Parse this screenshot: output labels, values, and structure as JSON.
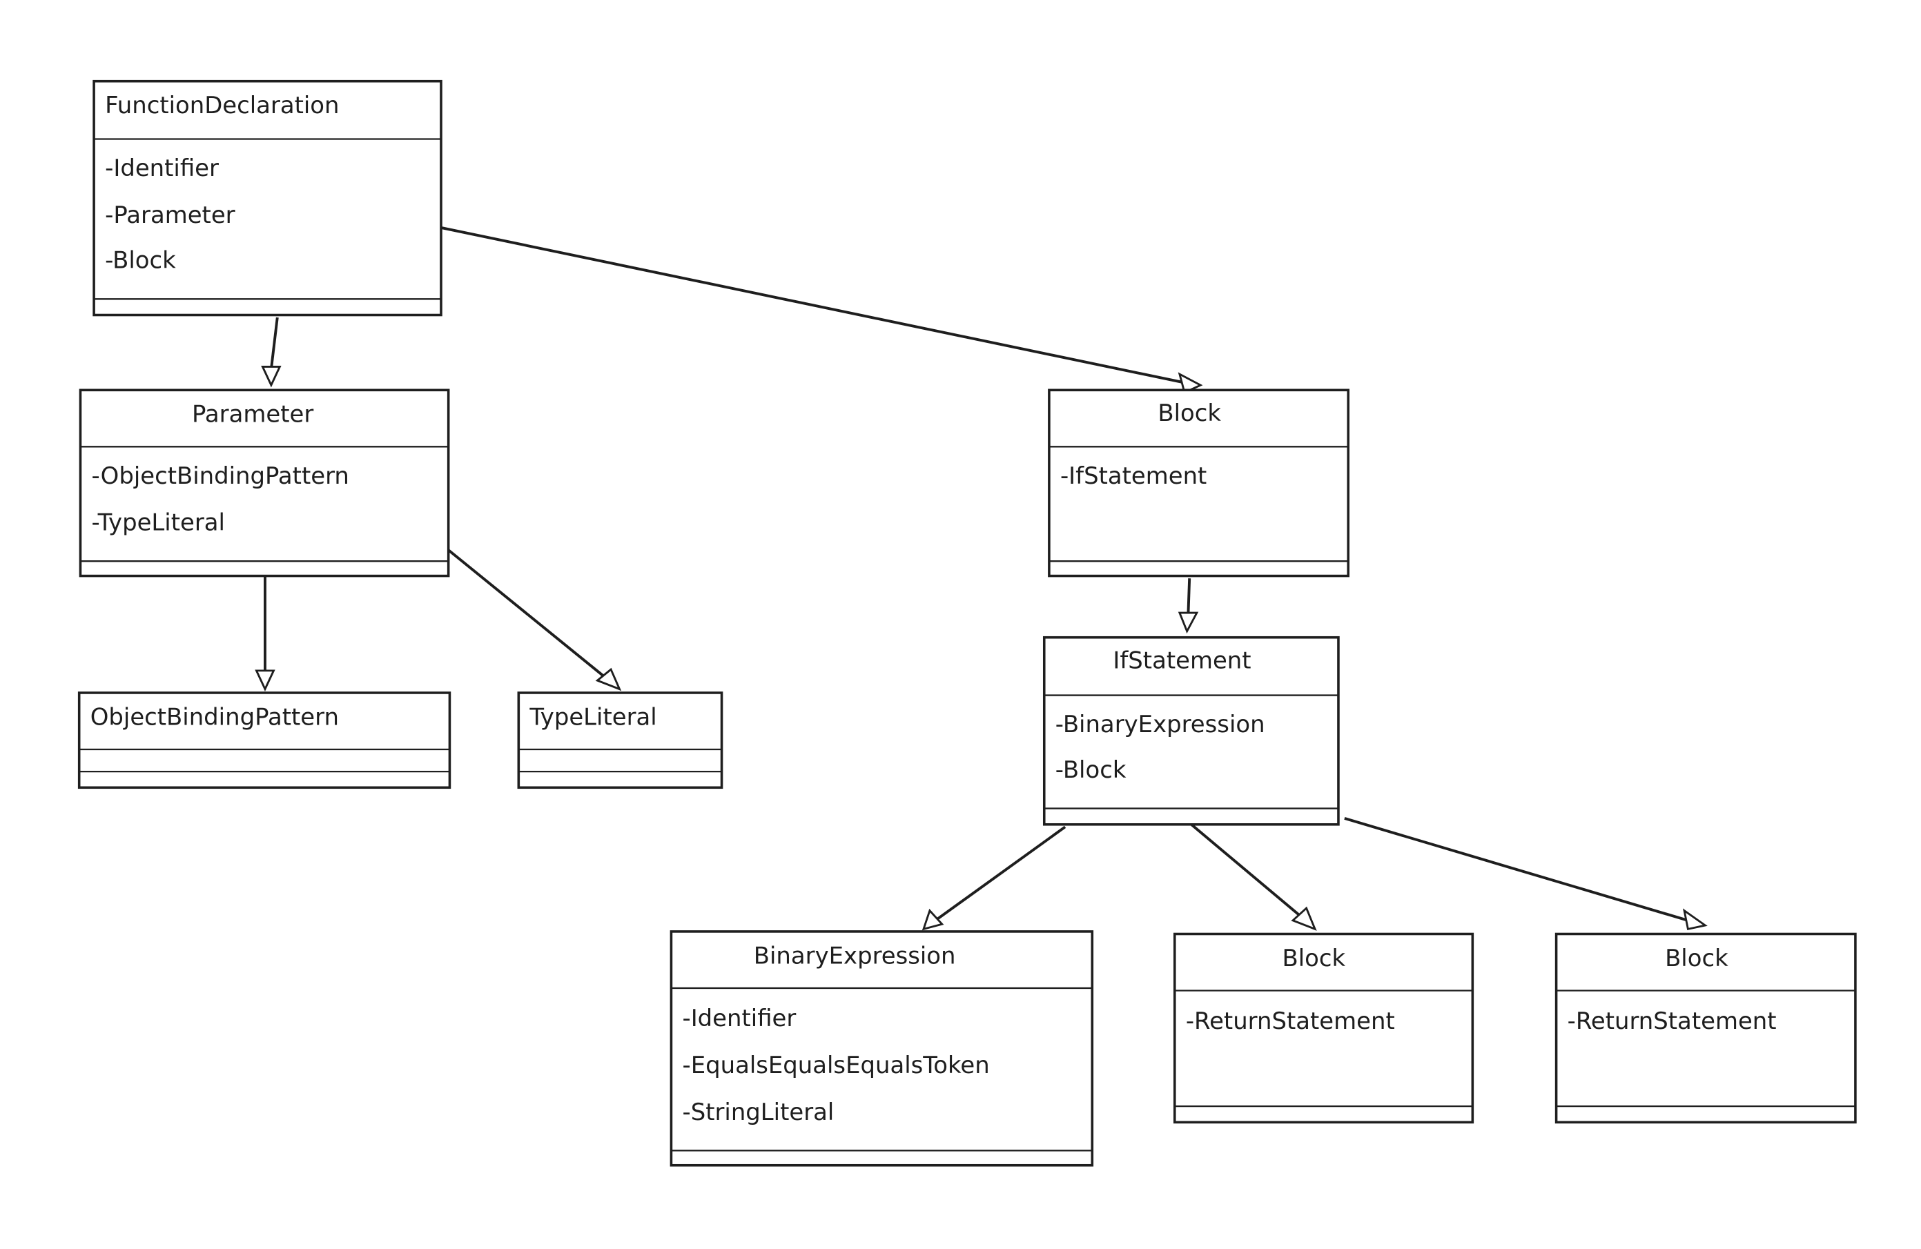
{
  "nodes": {
    "function_declaration": {
      "title": "FunctionDeclaration",
      "members": [
        "-Identifier",
        "-Parameter",
        "-Block"
      ]
    },
    "parameter": {
      "title": "Parameter",
      "members": [
        "-ObjectBindingPattern",
        "-TypeLiteral"
      ]
    },
    "block_main": {
      "title": "Block",
      "members": [
        "-IfStatement"
      ]
    },
    "if_statement": {
      "title": "IfStatement",
      "members": [
        "-BinaryExpression",
        "-Block"
      ]
    },
    "object_binding_pattern": {
      "title": "ObjectBindingPattern",
      "members": []
    },
    "type_literal": {
      "title": "TypeLiteral",
      "members": []
    },
    "binary_expression": {
      "title": "BinaryExpression",
      "members": [
        "-Identifier",
        "-EqualsEqualsEqualsToken",
        "-StringLiteral"
      ]
    },
    "block_then": {
      "title": "Block",
      "members": [
        "-ReturnStatement"
      ]
    },
    "block_else": {
      "title": "Block",
      "members": [
        "-ReturnStatement"
      ]
    }
  },
  "edges": [
    {
      "from": "function_declaration",
      "to": "parameter"
    },
    {
      "from": "function_declaration",
      "to": "block_main"
    },
    {
      "from": "parameter",
      "to": "object_binding_pattern"
    },
    {
      "from": "parameter",
      "to": "type_literal"
    },
    {
      "from": "block_main",
      "to": "if_statement"
    },
    {
      "from": "if_statement",
      "to": "binary_expression"
    },
    {
      "from": "if_statement",
      "to": "block_then"
    },
    {
      "from": "if_statement",
      "to": "block_else"
    }
  ]
}
